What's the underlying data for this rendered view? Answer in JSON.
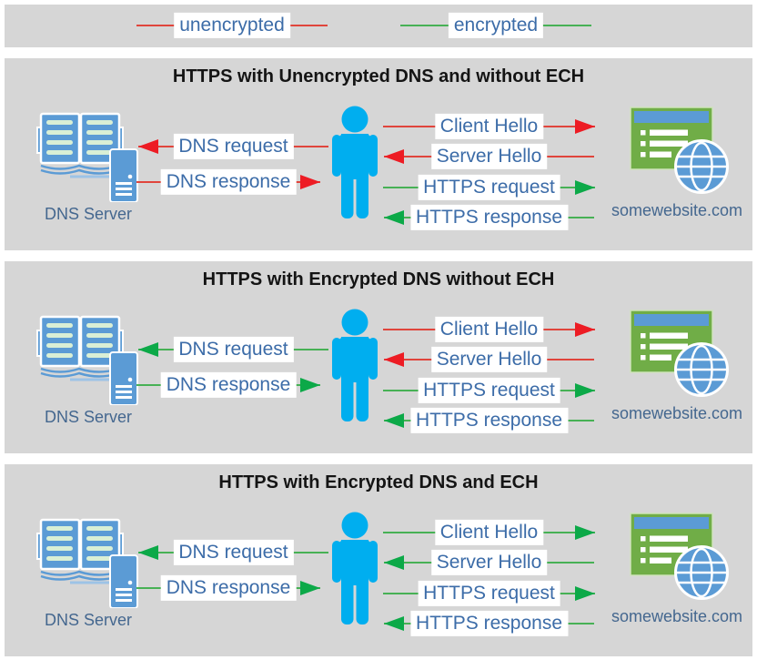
{
  "colors": {
    "unencrypted": "#e0453c",
    "encrypted": "#47b155",
    "arrowhead_unencrypted": "#ed1c24",
    "arrowhead_encrypted": "#0ca948",
    "label_text": "#3c6ca8",
    "caption_text": "#44678f",
    "panel_background": "#d6d6d6",
    "person_blue": "#00aeef",
    "icon_blue": "#5b9bd5",
    "website_green": "#70ad47"
  },
  "legend": {
    "unencrypted_label": "unencrypted",
    "encrypted_label": "encrypted"
  },
  "labels": {
    "dns_server": "DNS Server",
    "website": "somewebsite.com",
    "dns_request": "DNS request",
    "dns_response": "DNS response",
    "client_hello": "Client Hello",
    "server_hello": "Server Hello",
    "https_request": "HTTPS request",
    "https_response": "HTTPS response"
  },
  "icons": {
    "dns_server": "dns-server-icon (open book + server tower)",
    "user": "user-icon (person silhouette)",
    "website": "website-icon (browser window + globe)",
    "arrowhead_right": "arrowhead-right-icon",
    "arrowhead_left": "arrowhead-left-icon"
  },
  "panels": [
    {
      "title": "HTTPS with Unencrypted DNS and without ECH",
      "arrows": {
        "dns_request": "unencrypted",
        "dns_response": "unencrypted",
        "client_hello": "unencrypted",
        "server_hello": "unencrypted",
        "https_request": "encrypted",
        "https_response": "encrypted"
      }
    },
    {
      "title": "HTTPS with Encrypted DNS without ECH",
      "arrows": {
        "dns_request": "encrypted",
        "dns_response": "encrypted",
        "client_hello": "unencrypted",
        "server_hello": "unencrypted",
        "https_request": "encrypted",
        "https_response": "encrypted"
      }
    },
    {
      "title": "HTTPS with Encrypted DNS and ECH",
      "arrows": {
        "dns_request": "encrypted",
        "dns_response": "encrypted",
        "client_hello": "encrypted",
        "server_hello": "encrypted",
        "https_request": "encrypted",
        "https_response": "encrypted"
      }
    }
  ]
}
